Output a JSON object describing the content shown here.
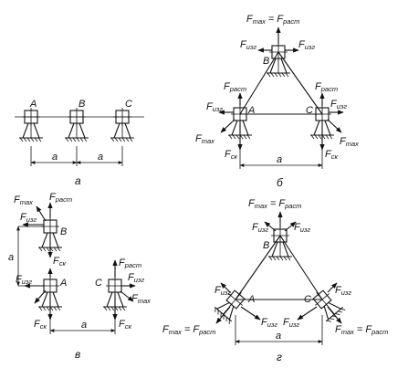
{
  "captions": {
    "a": "а",
    "b": "б",
    "c": "в",
    "d": "г"
  },
  "points": {
    "A": "A",
    "B": "B",
    "C": "C"
  },
  "dims": {
    "a": "a"
  },
  "forces": {
    "F": "F",
    "max": "max",
    "rast": "раст",
    "izg": "изг",
    "sk": "ск",
    "eq": "="
  }
}
